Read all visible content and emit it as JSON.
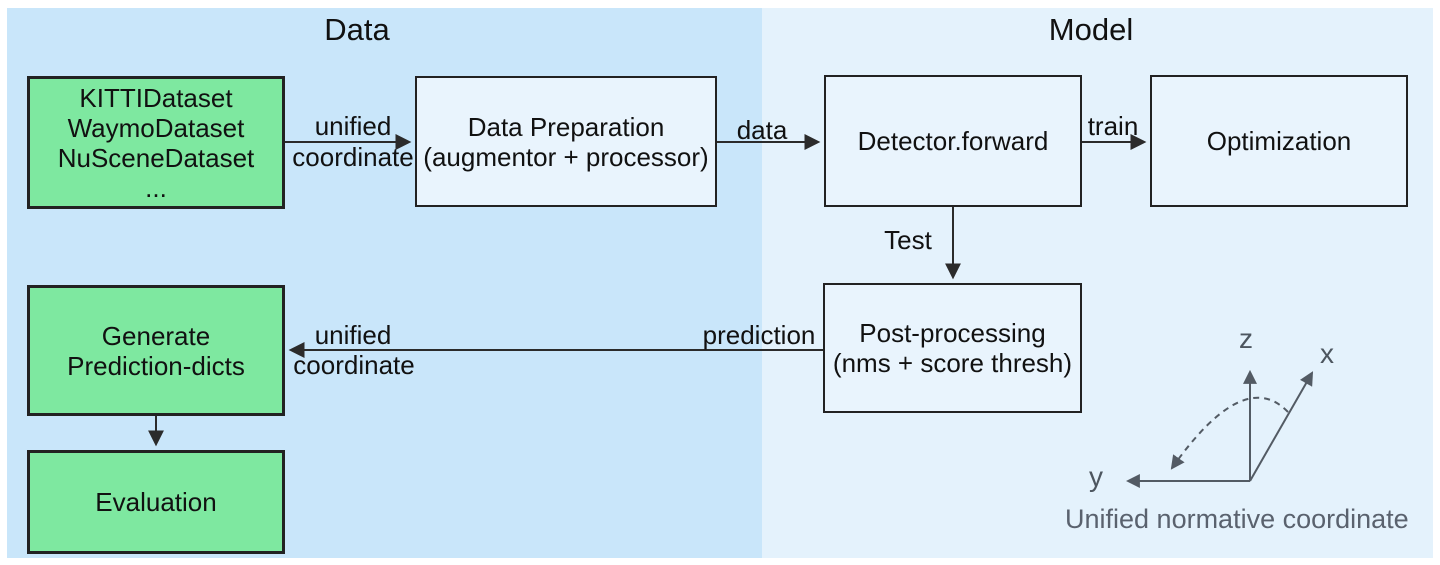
{
  "sections": {
    "data_title": "Data",
    "model_title": "Model"
  },
  "boxes": {
    "datasets": {
      "lines": [
        "KITTIDataset",
        "WaymoDataset",
        "NuSceneDataset",
        "..."
      ]
    },
    "data_preparation": {
      "lines": [
        "Data Preparation",
        "(augmentor + processor)"
      ]
    },
    "detector": {
      "label": "Detector.forward"
    },
    "optimization": {
      "label": "Optimization"
    },
    "post_processing": {
      "lines": [
        "Post-processing",
        "(nms + score thresh)"
      ]
    },
    "generate_prediction": {
      "lines": [
        "Generate",
        "Prediction-dicts"
      ]
    },
    "evaluation": {
      "label": "Evaluation"
    }
  },
  "edges": {
    "unified_coordinate_in": {
      "line1": "unified",
      "line2": "coordinate"
    },
    "data": {
      "label": "data"
    },
    "train": {
      "label": "train"
    },
    "test": {
      "label": "Test"
    },
    "prediction": {
      "label": "prediction"
    },
    "unified_coordinate_out": {
      "line1": "unified",
      "line2": "coordinate"
    }
  },
  "axes": {
    "z_label": "z",
    "x_label": "x",
    "y_label": "y",
    "caption": "Unified normative coordinate"
  },
  "colors": {
    "panel_data_bg": "#c9e6fa",
    "panel_model_bg": "#e4f2fc",
    "green_box_fill": "#7ee8a0",
    "light_box_fill": "#e9f4fd",
    "box_border": "#222222",
    "arrow": "#2b2b2b",
    "axes_gray": "#535b64",
    "caption_gray": "#5a626e"
  }
}
